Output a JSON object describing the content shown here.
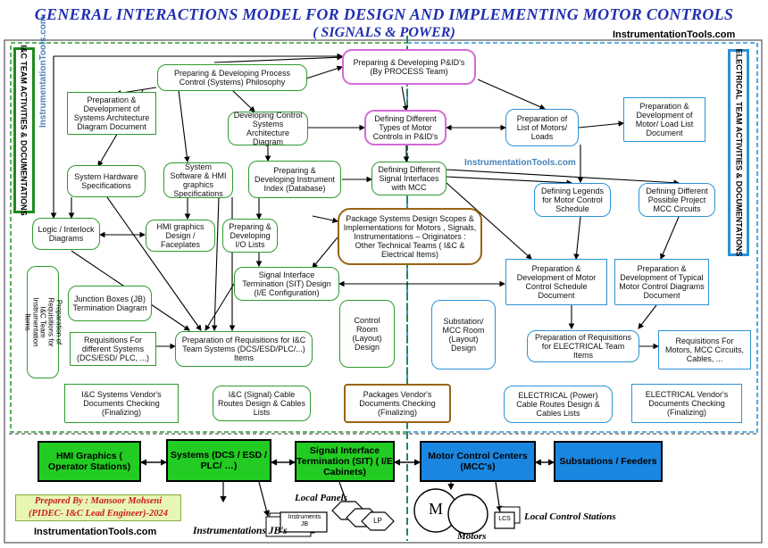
{
  "title": {
    "line1": "GENERAL INTERACTIONS MODEL FOR DESIGN AND IMPLEMENTING MOTOR CONTROLS",
    "line2": "( SIGNALS & POWER)"
  },
  "website": "InstrumentationTools.com",
  "side_labels": {
    "left": "I&C TEAM ACTIVITIES & DOCUMENTATIONS",
    "right": "ELECTRICAL TEAM ACTIVITIES & DOCUMENTATIONS"
  },
  "nodes": {
    "pid": "Preparing & Developing P&ID's (By PROCESS Team)",
    "philosophy": "Preparing & Developing Process Control (Systems) Philosophy",
    "sys_arch_doc": "Preparation & Development of Systems Architecture Diagram Document",
    "dev_ctrl_arch": "Developing Control Systems Architecture Diagram",
    "define_types": "Defining Different Types of Motor Controls in P&ID's",
    "list_motors": "Preparation of List of Motors/ Loads",
    "motor_load_doc": "Preparation & Development of Motor/ Load List Document",
    "hw_specs": "System Hardware Specifications",
    "sw_specs": "System Software & HMI graphics Specifications",
    "instrument_index": "Preparing & Developing Instrument Index (Database)",
    "signal_interfaces": "Defining Different Signal Interfaces with MCC",
    "legends": "Defining Legends for Motor Control Schedule",
    "possible_mcc": "Defining Different Possible Project MCC Circuits",
    "logic": "Logic / Interlock Diagrams",
    "hmi_design": "HMI graphics Design / Faceplates",
    "io_lists": "Preparing & Developing I/O Lists",
    "package": "Package Systems Design Scopes & Implementations for Motors , Signals, Instrumentations – Originators : Other Technical Teams ( I&C & Electrical Items)",
    "sit_design": "Signal Interface Termination (SIT) Design (I/E Configuration)",
    "schedule_doc": "Preparation & Development of Motor Control Schedule Document",
    "typical_doc": "Preparation & Development of Typical Motor Control Diagrams Document",
    "requisitions_ic_doc": "Preparation of Requisitions for I&C Team Instrumentation Items",
    "junction_boxes": "Junction Boxes (JB) Termination Diagram",
    "control_room": "Control Room (Layout) Design",
    "substation_room": "Substation/ MCC Room (Layout) Design",
    "req_systems": "Requisitions For different Systems (DCS/ESD/ PLC, ...)",
    "prep_req_ic": "Preparation of Requisitions for I&C Team Systems (DCS/ESD/PLC/...) Items",
    "prep_req_elec": "Preparation of Requisitions for ELECTRICAL Team Items",
    "req_motors": "Requisitions For Motors, MCC Circuits, Cables, ...",
    "ic_vendor": "I&C Systems Vendor's Documents Checking (Finalizing)",
    "ic_cable_routes": "I&C (Signal) Cable Routes Design & Cables Lists",
    "packages_vendor": "Packages Vendor's Documents Checking (Finalizing)",
    "elec_cable_routes": "ELECTRICAL (Power) Cable Routes Design & Cables Lists",
    "elec_vendor": "ELECTRICAL Vendor's Documents Checking (Finalizing)"
  },
  "hardware": {
    "hmi": "HMI Graphics ( Operator Stations)",
    "systems": "Systems (DCS / ESD / PLC/ …)",
    "sit": "Signal Interface Termination (SIT) ( I/E Cabinets)",
    "mcc": "Motor Control Centers (MCC's)",
    "substations": "Substations / Feeders"
  },
  "labels": {
    "local_panels": "Local Panels",
    "instrumentations_jbs": "Instrumentations JB's",
    "motors": "Motors",
    "local_control_stations": "Local Control Stations",
    "instruments_jb": "Instruments JB",
    "lp": "LP",
    "motor_symbol": "M",
    "lcs": "LCS"
  },
  "prepared_by": {
    "line1": "Prepared By : Mansoor Mohseni",
    "line2": "(PIDEC- I&C Lead Engineer)-2024"
  },
  "colors": {
    "title": "#1f2fb0",
    "ic_border": "#2e9a2e",
    "elec_border": "#2a93d5",
    "process": "#d66ad6",
    "package": "#9a6414",
    "hw_green": "#22cc22",
    "hw_blue": "#1a86e0"
  }
}
